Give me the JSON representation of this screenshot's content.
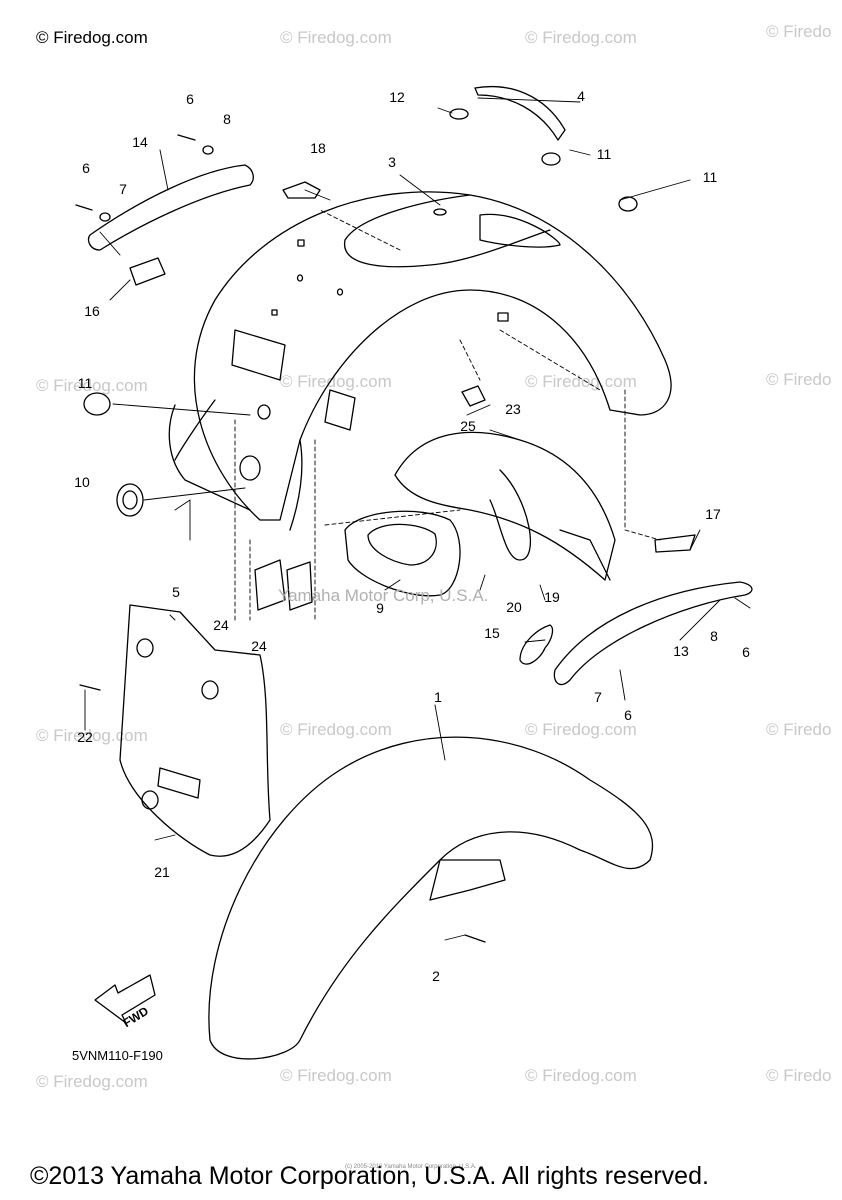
{
  "watermark_main": "© Firedog.com",
  "watermark_repeat": "© Firedog.com",
  "watermark_edge": "© Firedo",
  "part_labels": [
    "1",
    "2",
    "3",
    "4",
    "5",
    "6",
    "6",
    "6",
    "6",
    "7",
    "7",
    "8",
    "8",
    "9",
    "10",
    "11",
    "11",
    "11",
    "12",
    "13",
    "14",
    "15",
    "16",
    "17",
    "18",
    "19",
    "20",
    "21",
    "22",
    "23",
    "24",
    "24",
    "25"
  ],
  "fwd_label": "FWD",
  "diagram_code": "5VNM110-F190",
  "center_watermark": "Yamaha Motor Corp, U.S.A.",
  "tiny_notice": "(c) 2005-2016 Yamaha Motor Corporation, U.S.A.",
  "copyright": "©2013 Yamaha Motor Corporation, U.S.A. All rights reserved."
}
